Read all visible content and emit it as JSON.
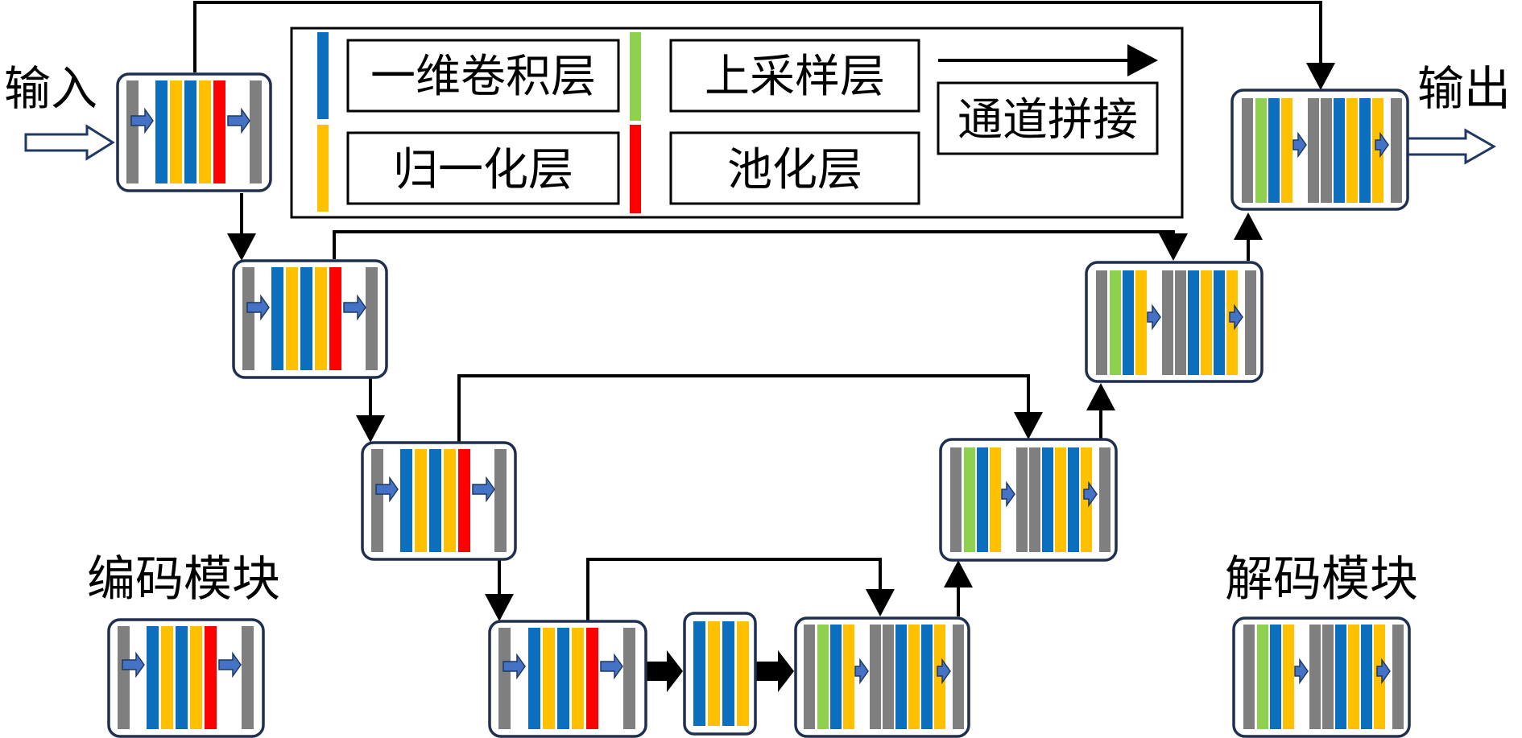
{
  "labels": {
    "input": "输入",
    "output": "输出",
    "encoder_title": "编码模块",
    "decoder_title": "解码模块"
  },
  "legend": {
    "conv1d": "一维卷积层",
    "upsample": "上采样层",
    "norm": "归一化层",
    "pool": "池化层",
    "concat": "通道拼接"
  },
  "colors": {
    "conv": "#0b6fbd",
    "norm": "#ffc000",
    "upsample": "#8dd14f",
    "pool": "#ff0000",
    "gray": "#7f7f7f",
    "block_border": "#1f2f4f",
    "small_arrow": "#4472c4"
  }
}
